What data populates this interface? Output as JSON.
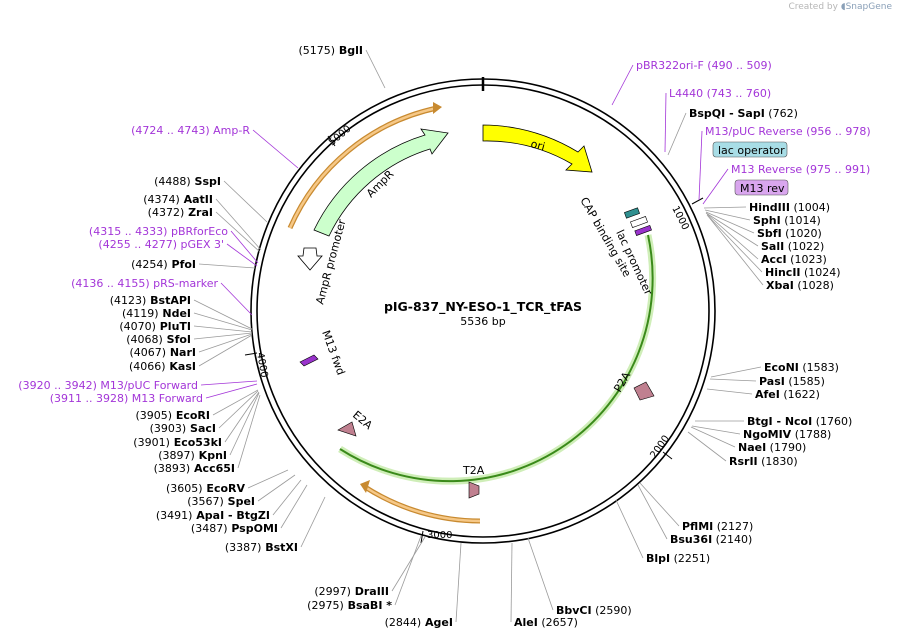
{
  "watermark": {
    "prefix": "Created by",
    "brand": "SnapGene"
  },
  "plasmid": {
    "name": "pIG-837_NY-ESO-1_TCR_tFAS",
    "length_label": "5536 bp"
  },
  "ticks": [
    "1000",
    "2000",
    "3000",
    "4000",
    "5000"
  ],
  "features": [
    {
      "name": "ori",
      "label": "ori",
      "color": "#ffff00"
    },
    {
      "name": "ampr",
      "label": "AmpR",
      "color": "#ccffcc"
    },
    {
      "name": "ampr-promoter",
      "label": "AmpR promoter",
      "color": "#ffffff"
    },
    {
      "name": "cap-binding-site",
      "label": "CAP binding site",
      "color": "#2f8f8f"
    },
    {
      "name": "lac-promoter",
      "label": "lac promoter",
      "color": "#ffffff"
    },
    {
      "name": "m13-fwd",
      "label": "M13 fwd",
      "color": "#9933cc"
    },
    {
      "name": "p2a",
      "label": "P2A",
      "color": "#c08090"
    },
    {
      "name": "t2a",
      "label": "T2A",
      "color": "#c08090"
    },
    {
      "name": "e2a",
      "label": "E2A",
      "color": "#c08090"
    }
  ],
  "labels": {
    "BglI": "(5175)|BglI",
    "pBR322ori": "pBR322ori-F|(490 .. 509)",
    "L4440": "L4440|(743 .. 760)",
    "BspQI": "BspQI|- SapI|(762)",
    "M13pUCRev": "M13/pUC Reverse|(956 .. 978)",
    "lacop": "lac operator",
    "M13Rev": "M13 Reverse|(975 .. 991)",
    "M13rev": "M13 rev",
    "HindIII": "HindIII|(1004)",
    "SphI": "SphI|(1014)",
    "SbfI": "SbfI|(1020)",
    "SalI": "SalI|(1022)",
    "AccI": "AccI|(1023)",
    "HincII": "HincII|(1024)",
    "XbaI": "XbaI|(1028)",
    "EcoNI": "EcoNI|(1583)",
    "PasI": "PasI|(1585)",
    "AfeI": "AfeI|(1622)",
    "BtgI": "BtgI|- NcoI|(1760)",
    "NgoMIV": "NgoMIV|(1788)",
    "NaeI": "NaeI|(1790)",
    "RsrII": "RsrII|(1830)",
    "PflMI": "PflMI|(2127)",
    "Bsu36I": "Bsu36I|(2140)",
    "BlpI": "BlpI|(2251)",
    "BbvCI": "BbvCI|(2590)",
    "AleI": "AleI|(2657)",
    "AgeI": "(2844)|AgeI",
    "BsaBI": "(2975)|BsaBI *",
    "DraIII": "(2997)|DraIII",
    "BstXI": "(3387)|BstXI",
    "PspOMI": "(3487)|PspOMI",
    "ApaI": "(3491)|ApaI|- BtgZI",
    "SpeI": "(3567)|SpeI",
    "EcoRV": "(3605)|EcoRV",
    "Acc65I": "(3893)|Acc65I",
    "KpnI": "(3897)|KpnI",
    "Eco53kI": "(3901)|Eco53kI",
    "SacI": "(3903)|SacI",
    "EcoRI": "(3905)|EcoRI",
    "M13Fwd": "(3911 .. 3928)|M13 Forward",
    "M13pUCFwd": "(3920 .. 3942)|M13/pUC Forward",
    "KasI": "(4066)|KasI",
    "NarI": "(4067)|NarI",
    "SfoI": "(4068)|SfoI",
    "PluTI": "(4070)|PluTI",
    "NdeI": "(4119)|NdeI",
    "BstAPI": "(4123)|BstAPI",
    "pRS": "(4136 .. 4155)|pRS-marker",
    "PfoI": "(4254)|PfoI",
    "pGEX": "(4255 .. 4277)|pGEX 3'",
    "pBRfor": "(4315 .. 4333)|pBRforEco",
    "ZraI": "(4372)|ZraI",
    "AatII": "(4374)|AatII",
    "SspI": "(4488)|SspI",
    "AmpRprimer": "(4724 .. 4743)|Amp-R"
  }
}
